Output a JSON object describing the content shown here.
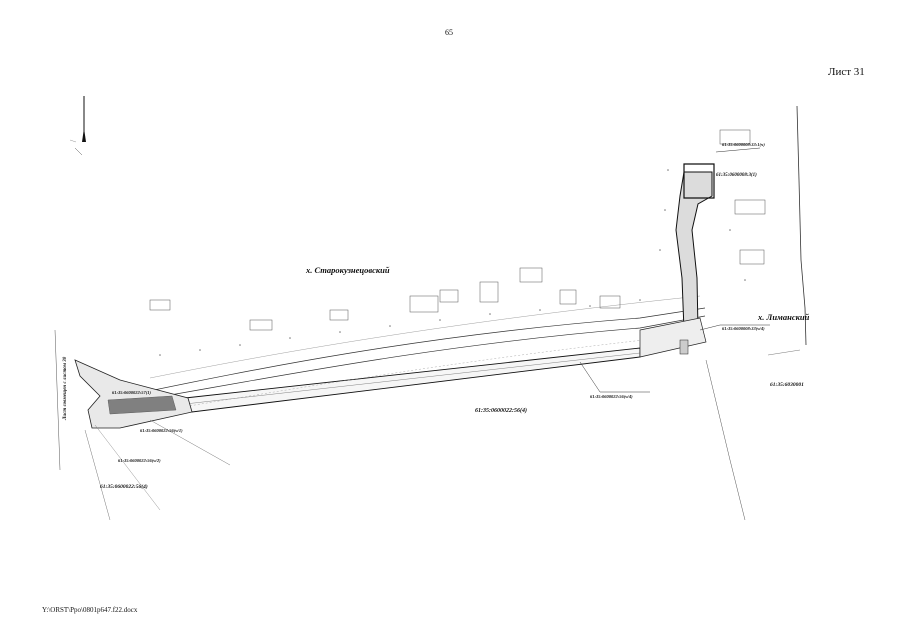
{
  "page": {
    "number": "65",
    "sheet_label": "Лист 31",
    "footer_path": "Y:\\ORST\\Ppo\\0801p647.f22.docx"
  },
  "map": {
    "settlements": {
      "starokuznetsovsky": "х. Старокузнецовский",
      "limansky": "х. Лиманский"
    },
    "parcels": {
      "main": "61:35:0600022:56(4)",
      "left_bottom": "61:35:0600022:56(4)",
      "right_region": "61:35:6030001",
      "upper_right_box": "61:35:0600008:3(1)",
      "left_upper_box": "61:35:0600022:57(1)",
      "left_mid": "61:35:0600022:56(ч/1)",
      "left_low": "61:35:0600022:56(ч/2)",
      "leader_mid": "61:35:0600022:56(ч/4)",
      "limansky_leader": "61:35:0600008:33(ч/4)",
      "top_right": "61:35:0600008:33:1(ч)"
    },
    "legend_left_vertical": "Лист совмещен с листом 30"
  }
}
